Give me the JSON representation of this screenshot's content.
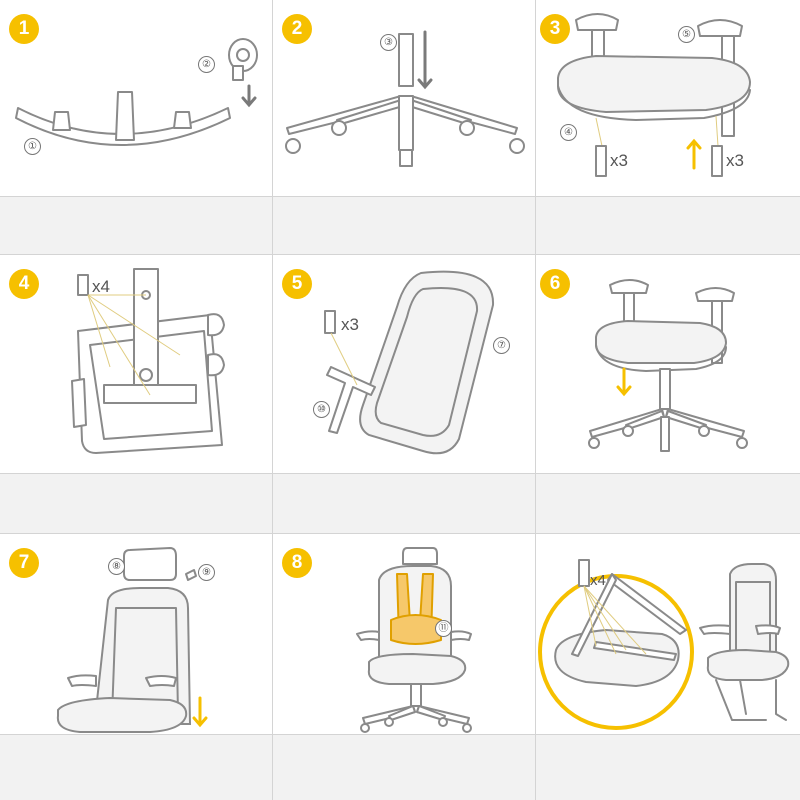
{
  "colors": {
    "accent": "#f6c000",
    "line": "#8a8a8a",
    "caption_bg": "#f2f2f2",
    "divider": "#d4d4d4"
  },
  "steps": [
    {
      "number": "1",
      "parts": [
        "①",
        "②"
      ]
    },
    {
      "number": "2",
      "parts": [
        "③"
      ]
    },
    {
      "number": "3",
      "parts": [
        "④",
        "⑤"
      ],
      "quantities": [
        "x3",
        "x3"
      ]
    },
    {
      "number": "4",
      "quantities": [
        "x4"
      ]
    },
    {
      "number": "5",
      "parts": [
        "⑦",
        "⑩"
      ],
      "quantities": [
        "x3"
      ]
    },
    {
      "number": "6"
    },
    {
      "number": "7",
      "parts": [
        "⑧",
        "⑨"
      ]
    },
    {
      "number": "8",
      "parts": [
        "⑪"
      ]
    },
    {
      "quantities": [
        "x4"
      ]
    }
  ]
}
